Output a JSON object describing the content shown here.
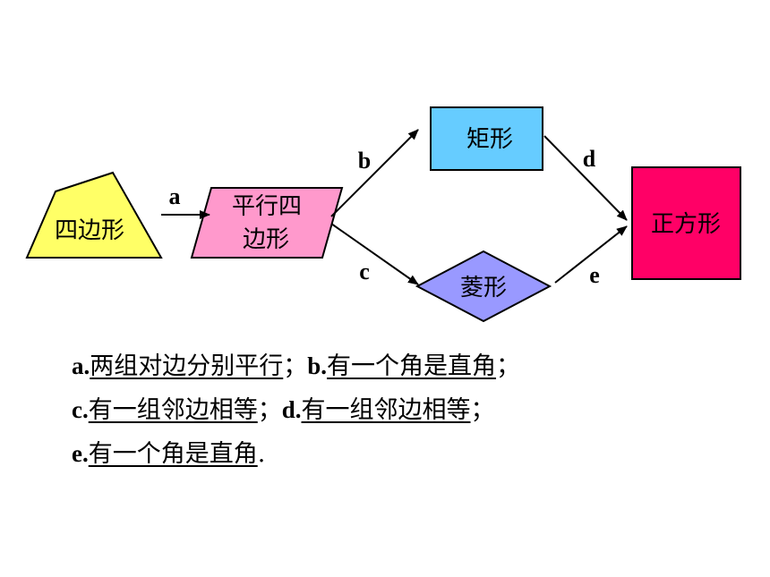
{
  "nodes": {
    "quadrilateral": "四边形",
    "parallelogram_line1": "平行四",
    "parallelogram_line2": "边形",
    "rectangle": "矩形",
    "rhombus": "菱形",
    "square": "正方形"
  },
  "edges": {
    "a": "a",
    "b": "b",
    "c": "c",
    "d": "d",
    "e": "e"
  },
  "legend": {
    "line1": {
      "key_a": "a.",
      "cond_a": "两组对边分别平行",
      "sep1": "；",
      "key_b": "b.",
      "cond_b": "有一个角是直角",
      "sep2": "；"
    },
    "line2": {
      "key_c": "c.",
      "cond_c": "有一组邻边相等",
      "sep1": "；",
      "key_d": "d.",
      "cond_d": "有一组邻边相等",
      "sep2": "；"
    },
    "line3": {
      "key_e": "e.",
      "cond_e": "有一个角是直角",
      "end": "."
    }
  },
  "colors": {
    "quadrilateral_fill": "#ffff66",
    "parallelogram_fill": "#ff99cc",
    "rectangle_fill": "#66ccff",
    "rhombus_fill": "#9999ff",
    "square_fill": "#ff0066",
    "stroke": "#000000"
  }
}
